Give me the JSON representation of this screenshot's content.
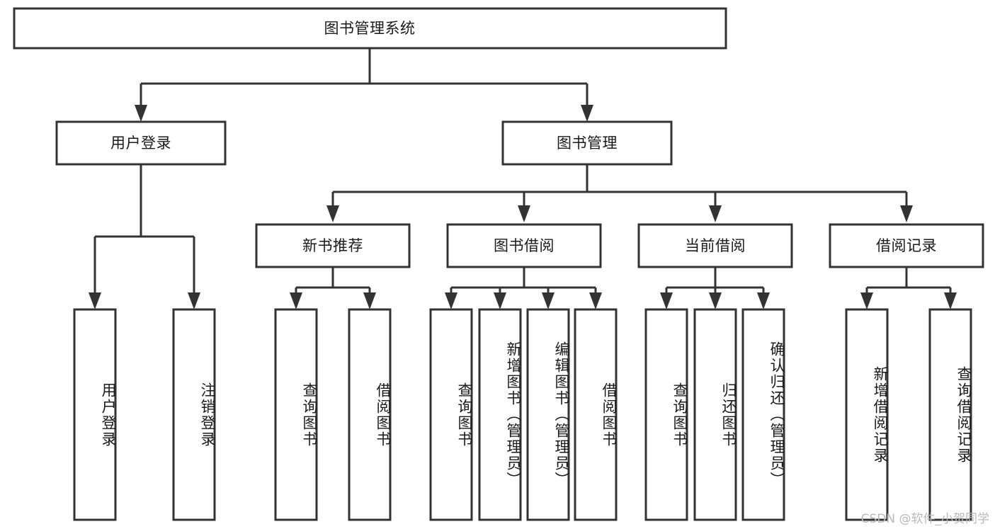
{
  "diagram": {
    "type": "tree",
    "title": "图书管理系统",
    "orientation": "top-down",
    "colors": {
      "stroke": "#333333",
      "box_fill": "#ffffff",
      "text": "#1a1a1a",
      "background": "#ffffff",
      "watermark": "#b8b8b8"
    },
    "root": {
      "label": "图书管理系统"
    },
    "level2": [
      {
        "label": "用户登录"
      },
      {
        "label": "图书管理"
      }
    ],
    "level3": [
      {
        "label": "新书推荐"
      },
      {
        "label": "图书借阅"
      },
      {
        "label": "当前借阅"
      },
      {
        "label": "借阅记录"
      }
    ],
    "leaves": {
      "user_login": [
        {
          "label": "用户登录"
        },
        {
          "label": "注销登录"
        }
      ],
      "new_book_recommend": [
        {
          "label": "查询图书"
        },
        {
          "label": "借阅图书"
        }
      ],
      "book_borrow": [
        {
          "label": "查询图书"
        },
        {
          "label": "新增图书（管理员）"
        },
        {
          "label": "编辑图书（管理员）"
        },
        {
          "label": "借阅图书"
        }
      ],
      "current_borrow": [
        {
          "label": "查询图书"
        },
        {
          "label": "归还图书"
        },
        {
          "label": "确认归还（管理员）"
        }
      ],
      "borrow_record": [
        {
          "label": "新增借阅记录"
        },
        {
          "label": "查询借阅记录"
        }
      ]
    },
    "watermark": "CSDN @软件_小贺同学"
  }
}
